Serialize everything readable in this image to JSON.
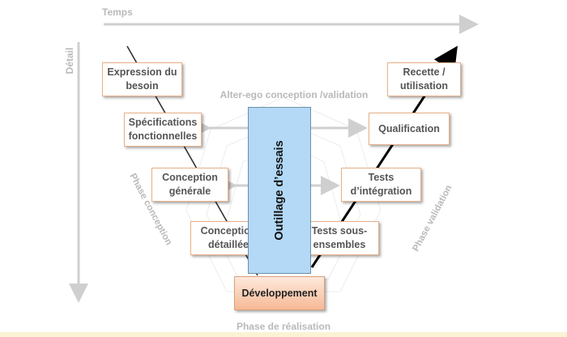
{
  "axes": {
    "time_label": "Temps",
    "detail_label": "Détail"
  },
  "phases": {
    "alter_ego": "Alter-ego conception /validation",
    "conception": "Phase conception",
    "validation": "Phase validation",
    "realisation": "Phase de réalisation"
  },
  "left_boxes": [
    {
      "line1": "Expression du",
      "line2": "besoin"
    },
    {
      "line1": "Spécifications",
      "line2": "fonctionnelles"
    },
    {
      "line1": "Conception",
      "line2": "générale"
    },
    {
      "line1": "Conception",
      "line2": "détaillée"
    }
  ],
  "right_boxes": [
    {
      "line1": "Recette /",
      "line2": "utilisation"
    },
    {
      "line1": "Qualification",
      "line2": ""
    },
    {
      "line1": "Tests",
      "line2": "d’intégration"
    },
    {
      "line1": "Tests sous-",
      "line2": "ensembles"
    }
  ],
  "bottom_box": {
    "label": "Développement"
  },
  "tooling": {
    "label": "Outillage d’essais"
  },
  "colors": {
    "box_border": "#e8b089",
    "tooling_fill": "#b3d9f7",
    "label_gray": "#b9b9b9",
    "arrow_gray": "#cfcfcf"
  }
}
